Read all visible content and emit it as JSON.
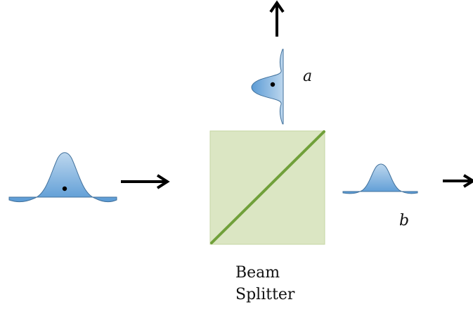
{
  "labels": {
    "reflected_port": "a",
    "transmitted_port": "b",
    "component_line1": "Beam",
    "component_line2": "Splitter"
  },
  "colors": {
    "wavepacket_fill": "#5b9bd5",
    "wavepacket_highlight": "#bdd7ee",
    "wavepacket_edge": "#41719c",
    "splitter_fill": "#dbe6c3",
    "splitter_edge": "#c6d6a3",
    "splitter_diagonal": "#70a03a",
    "arrow": "#000000",
    "particle_dot": "#000000"
  },
  "icons": {
    "input_packet": "gaussian-wavepacket-icon",
    "reflected_packet": "gaussian-wavepacket-icon",
    "transmitted_packet": "gaussian-wavepacket-icon",
    "input_arrow": "right-arrow-icon",
    "output_arrow_up": "up-arrow-icon",
    "output_arrow_right": "right-arrow-icon",
    "splitter": "beam-splitter-cube-icon"
  }
}
